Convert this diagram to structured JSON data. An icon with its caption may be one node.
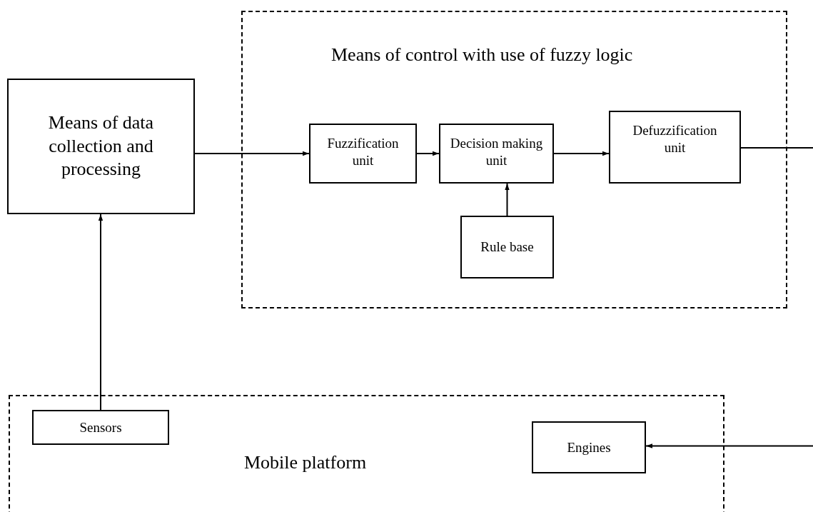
{
  "diagram": {
    "nodes": [
      {
        "text": [
          "Means of data collection and processing"
        ]
      },
      {
        "text": [
          "Means of control with use of fuzzy logic"
        ]
      },
      {
        "text": [
          "Fuzzification unit"
        ],
        "in": 1
      },
      {
        "text": [
          "Decision making unit"
        ],
        "in": 1
      },
      {
        "text": [
          "Defuzzification unit"
        ],
        "in": 1
      },
      {
        "text": [
          "Rule base"
        ],
        "in": 1
      },
      {
        "text": [
          "Mobile platform"
        ]
      },
      {
        "text": [
          "Sensors"
        ],
        "in": 6
      },
      {
        "text": [
          "Engines"
        ],
        "in": 6
      }
    ],
    "edges": [
      {
        "from": 0,
        "to": 2,
        "arrow": "to"
      },
      {
        "from": 2,
        "to": 3,
        "arrow": "to"
      },
      {
        "from": 3,
        "to": 4,
        "arrow": "to"
      },
      {
        "from": 5,
        "to": 3,
        "arrow": "to"
      },
      {
        "from": 7,
        "to": 0,
        "arrow": "to"
      },
      {
        "from": 4,
        "to": null,
        "arrow": "none"
      },
      {
        "from": null,
        "to": 8,
        "arrow": "to"
      }
    ]
  }
}
